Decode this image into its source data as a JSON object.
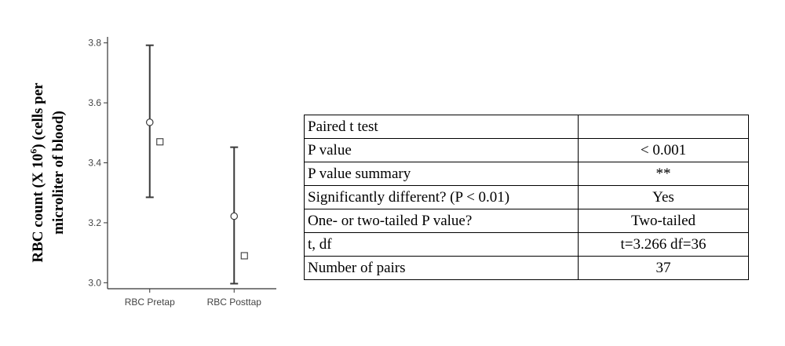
{
  "chart_data": {
    "type": "errorbar",
    "ylabel_main": "RBC count (X 10",
    "ylabel_sup": "6",
    "ylabel_rest": ") (cells per",
    "ylabel_line2": "microliter of blood)",
    "categories": [
      "RBC Pretap",
      "RBC Posttap"
    ],
    "ylim": [
      2.98,
      3.82
    ],
    "yticks": [
      "3.0",
      "3.2",
      "3.4",
      "3.6",
      "3.8"
    ],
    "ytick_values": [
      3.0,
      3.2,
      3.4,
      3.6,
      3.8
    ],
    "means": [
      3.535,
      3.222
    ],
    "lower": [
      3.285,
      2.997
    ],
    "upper": [
      3.792,
      3.452
    ],
    "medians": [
      3.47,
      3.09
    ],
    "grid": false,
    "colors": {
      "line": "#3a3a3a",
      "axis": "#333333"
    }
  },
  "table": {
    "rows": [
      {
        "label": "Paired t test",
        "value": ""
      },
      {
        "label": "P value",
        "value": "< 0.001"
      },
      {
        "label": "P value summary",
        "value": "**"
      },
      {
        "label": "Significantly different? (P < 0.01)",
        "value": "Yes"
      },
      {
        "label": "One- or two-tailed P value?",
        "value": "Two-tailed"
      },
      {
        "label": "t, df",
        "value": "t=3.266 df=36"
      },
      {
        "label": "Number of pairs",
        "value": "37"
      }
    ]
  }
}
